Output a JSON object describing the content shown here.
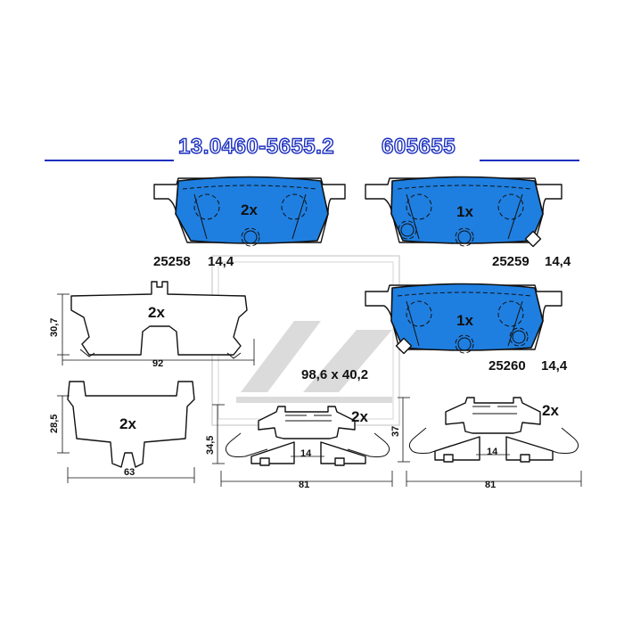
{
  "header": {
    "part_number": "13.0460-5655.2",
    "ref_number": "605655",
    "line_color": "#1b2fbf"
  },
  "pads": [
    {
      "count": "2x",
      "code": "25258",
      "thickness": "14,4"
    },
    {
      "count": "1x",
      "code": "25259",
      "thickness": "14,4"
    },
    {
      "count": "1x",
      "code": "25260",
      "thickness": "14,4"
    }
  ],
  "pad_size_label": "98,6 x 40,2",
  "pad_color": "#1f7fe0",
  "shim_1": {
    "count": "2x",
    "width": "92",
    "height": "30,7"
  },
  "shim_2": {
    "count": "2x",
    "width": "63",
    "height": "28,5"
  },
  "spring_1": {
    "count": "2x",
    "width": "81",
    "inner": "14",
    "height": "34,5"
  },
  "spring_2": {
    "count": "2x",
    "width": "81",
    "inner": "14",
    "height": "37"
  },
  "watermark_icon": "ate-logo-icon"
}
